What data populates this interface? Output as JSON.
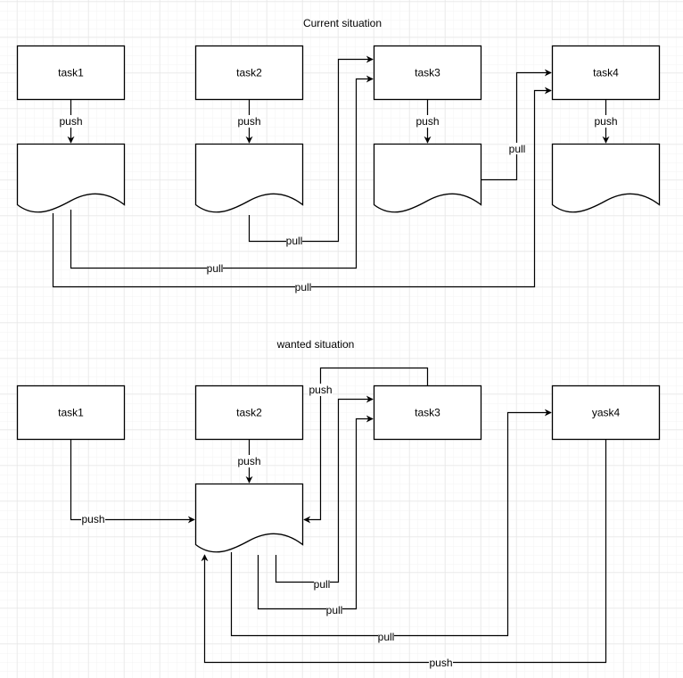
{
  "diagram": {
    "colors": {
      "stroke": "#000000",
      "fill": "#ffffff",
      "grid_minor": "#f3f3f3",
      "grid_major": "#e2e2e2"
    },
    "sections": [
      {
        "id": "current",
        "title": "Current situation",
        "nodes": [
          {
            "id": "c-task1",
            "type": "process",
            "label": "task1"
          },
          {
            "id": "c-task2",
            "type": "process",
            "label": "task2"
          },
          {
            "id": "c-task3",
            "type": "process",
            "label": "task3"
          },
          {
            "id": "c-task4",
            "type": "process",
            "label": "task4"
          },
          {
            "id": "c-doc1",
            "type": "document",
            "label": ""
          },
          {
            "id": "c-doc2",
            "type": "document",
            "label": ""
          },
          {
            "id": "c-doc3",
            "type": "document",
            "label": ""
          },
          {
            "id": "c-doc4",
            "type": "document",
            "label": ""
          }
        ],
        "edges": [
          {
            "from": "c-task1",
            "to": "c-doc1",
            "label": "push"
          },
          {
            "from": "c-task2",
            "to": "c-doc2",
            "label": "push"
          },
          {
            "from": "c-task3",
            "to": "c-doc3",
            "label": "push"
          },
          {
            "from": "c-task4",
            "to": "c-doc4",
            "label": "push"
          },
          {
            "from": "c-doc2",
            "to": "c-task3",
            "label": "pull"
          },
          {
            "from": "c-doc1",
            "to": "c-task3",
            "label": "pull"
          },
          {
            "from": "c-doc1",
            "to": "c-task4",
            "label": "pull"
          },
          {
            "from": "c-doc3",
            "to": "c-task4",
            "label": "pull"
          }
        ]
      },
      {
        "id": "wanted",
        "title": "wanted situation",
        "nodes": [
          {
            "id": "w-task1",
            "type": "process",
            "label": "task1"
          },
          {
            "id": "w-task2",
            "type": "process",
            "label": "task2"
          },
          {
            "id": "w-task3",
            "type": "process",
            "label": "task3"
          },
          {
            "id": "w-task4",
            "type": "process",
            "label": "yask4"
          },
          {
            "id": "w-doc",
            "type": "document",
            "label": ""
          }
        ],
        "edges": [
          {
            "from": "w-task2",
            "to": "w-doc",
            "label": "push"
          },
          {
            "from": "w-task1",
            "to": "w-doc",
            "label": "push"
          },
          {
            "from": "w-task3",
            "to": "w-doc",
            "label": "push"
          },
          {
            "from": "w-doc",
            "to": "w-task3",
            "label": "pull"
          },
          {
            "from": "w-doc",
            "to": "w-task3",
            "label": "pull"
          },
          {
            "from": "w-doc",
            "to": "w-task4",
            "label": "pull"
          },
          {
            "from": "w-task4",
            "to": "w-doc",
            "label": "push"
          }
        ]
      }
    ]
  }
}
